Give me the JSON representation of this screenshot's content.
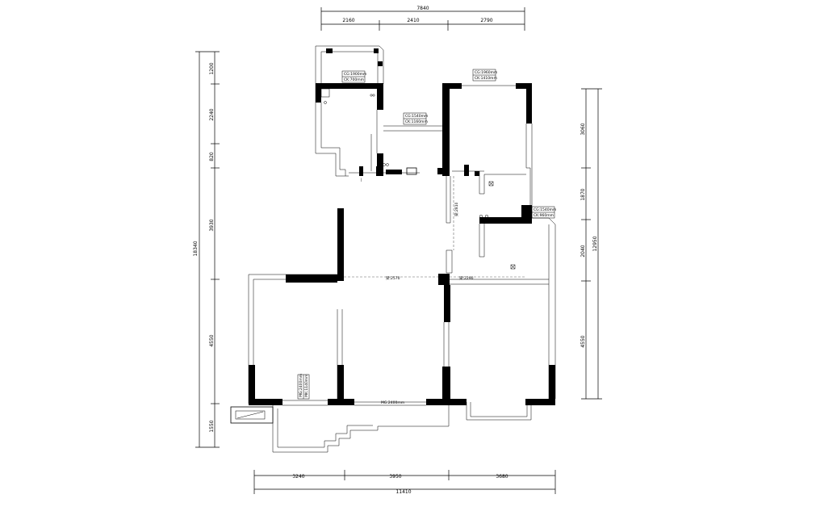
{
  "dimensions": {
    "top_total": "7840",
    "top_segments": [
      "2160",
      "2410",
      "2790"
    ],
    "bottom_segments": [
      "3240",
      "3950",
      "3680"
    ],
    "bottom_total": "11410",
    "left_total": "18340",
    "left_segments": [
      "1200",
      "2240",
      "820",
      "3930",
      "4550",
      "1550"
    ],
    "right_total": "12950",
    "right_segments": [
      "3060",
      "1870",
      "2040",
      "4550"
    ]
  },
  "window_tags": {
    "bath_window": [
      "CG:1900mm",
      "CK:700mm"
    ],
    "bedroom_window": [
      "CG:1960mm",
      "CK:1410mm"
    ],
    "corridor_window": [
      "CG:1540mm",
      "CK:1160mm"
    ],
    "kitchen_window": [
      "CG:1540mm",
      "CK:960mm"
    ],
    "living_side": [
      "MG:2400mm",
      "MK:1140mm"
    ],
    "balcony_door": "MG:2400mm"
  },
  "beam_labels": {
    "beam_left": "梁:2570",
    "beam_right": "梁:2290",
    "beam_vertical": "梁:2810"
  }
}
